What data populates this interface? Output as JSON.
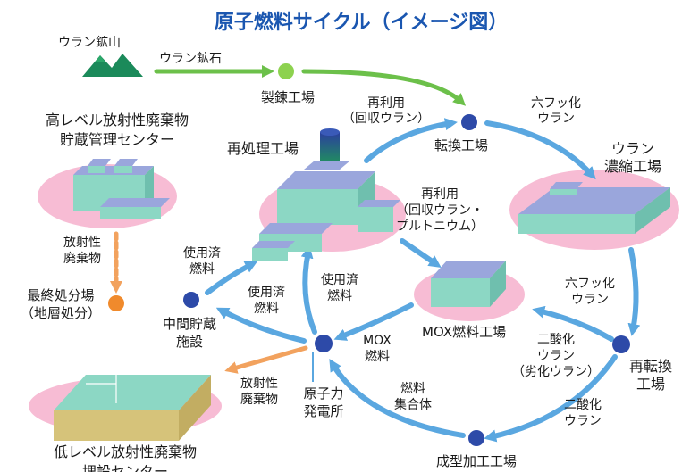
{
  "title": "原子燃料サイクル（イメージ図）",
  "labels": {
    "uranium_mine": "ウラン鉱山",
    "uranium_ore": "ウラン鉱石",
    "refinery": "製錬工場",
    "reuse_top_1": "再利用",
    "reuse_top_2": "（回収ウラン）",
    "conversion": "転換工場",
    "uf6_top_1": "六フッ化",
    "uf6_top_2": "ウラン",
    "enrichment_1": "ウラン",
    "enrichment_2": "濃縮工場",
    "hlw_1": "高レベル放射性廃棄物",
    "hlw_2": "貯蔵管理センター",
    "reprocessing": "再処理工場",
    "reuse_mid_1": "再利用",
    "reuse_mid_2": "（回収ウラン・",
    "reuse_mid_3": "プルトニウム）",
    "rad_waste_left_1": "放射性",
    "rad_waste_left_2": "廃棄物",
    "spent_fuel_a_1": "使用済",
    "spent_fuel_a_2": "燃料",
    "final_disposal_1": "最終処分場",
    "final_disposal_2": "（地層処分）",
    "interim_1": "中間貯蔵",
    "interim_2": "施設",
    "spent_fuel_b_1": "使用済",
    "spent_fuel_b_2": "燃料",
    "spent_fuel_c_1": "使用済",
    "spent_fuel_c_2": "燃料",
    "mox_plant": "MOX燃料工場",
    "uf6_right_1": "六フッ化",
    "uf6_right_2": "ウラン",
    "mox_fuel_1": "MOX",
    "mox_fuel_2": "燃料",
    "uo2_depleted_1": "二酸化",
    "uo2_depleted_2": "ウラン",
    "uo2_depleted_3": "（劣化ウラン）",
    "reconversion_1": "再転換",
    "reconversion_2": "工場",
    "rad_waste_bottom_1": "放射性",
    "rad_waste_bottom_2": "廃棄物",
    "power_plant_1": "原子力",
    "power_plant_2": "発電所",
    "fuel_assembly_1": "燃料",
    "fuel_assembly_2": "集合体",
    "uo2_bottom_1": "二酸化",
    "uo2_bottom_2": "ウラン",
    "llw_1": "低レベル放射性廃棄物",
    "llw_2": "埋設センター",
    "fabrication": "成型加工工場"
  },
  "colors": {
    "title": "#1a56b0",
    "arrow_blue": "#5aa7e0",
    "arrow_green": "#6cc04a",
    "arrow_orange": "#f2a25e",
    "node": "#2d4aa8",
    "node_green": "#8dd24f",
    "node_orange": "#f08a2c",
    "pink_base": "#f7bcd4",
    "building_top": "#9aa6dc",
    "building_side": "#8cd7c4"
  }
}
